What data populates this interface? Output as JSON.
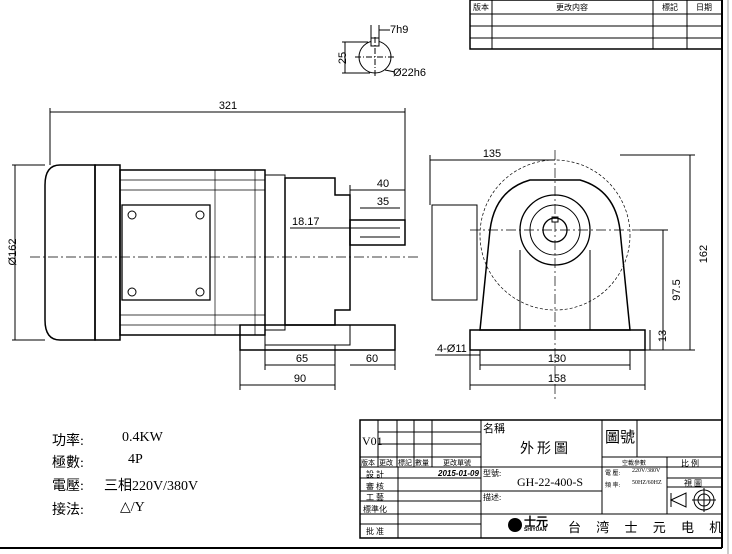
{
  "revision_table": {
    "headers": [
      "版本",
      "更改内容",
      "標記",
      "日期"
    ]
  },
  "shaft_section": {
    "key_width": "7h9",
    "height": "25",
    "diameter": "Ø22h6"
  },
  "side_view": {
    "overall_length": "321",
    "diameter": "Ø162",
    "shaft_length": "40",
    "key_length": "35",
    "key_offset": "18.17",
    "base_a": "65",
    "base_b": "90",
    "base_c": "60"
  },
  "end_view": {
    "offset": "135",
    "height": "162",
    "center_height": "97.5",
    "base_thickness": "13",
    "holes": "4-Ø11",
    "hole_spacing": "130",
    "base_width": "158"
  },
  "specs": [
    {
      "label": "功率:",
      "value": "0.4KW"
    },
    {
      "label": "極數:",
      "value": "4P"
    },
    {
      "label": "電壓:",
      "value": "三相220V/380V"
    },
    {
      "label": "接法:",
      "value": "△/Y"
    }
  ],
  "title_block": {
    "version": "V01",
    "rev_headers": [
      "版本",
      "更改",
      "標記",
      "數量",
      "更改單號"
    ],
    "roles": [
      "設 計",
      "審 核",
      "工 藝",
      "標準化",
      "批 准"
    ],
    "date": "2015-01-09",
    "name_label": "名稱",
    "name": "外形圖",
    "drawing_no_label": "圖號",
    "model_label": "型號:",
    "model": "GH-22-400-S",
    "desc_label": "描述:",
    "noload_label": "空載參數",
    "voltage_label": "電 壓:",
    "voltage": "220V/380V",
    "freq_label": "頻 率:",
    "freq": "50HZ/60HZ",
    "scale_label": "比 例",
    "view_label": "視 圖",
    "logo_text": "士元",
    "logo_sub": "SHIYUAN",
    "company": "台 湾 士 元 电 机"
  }
}
